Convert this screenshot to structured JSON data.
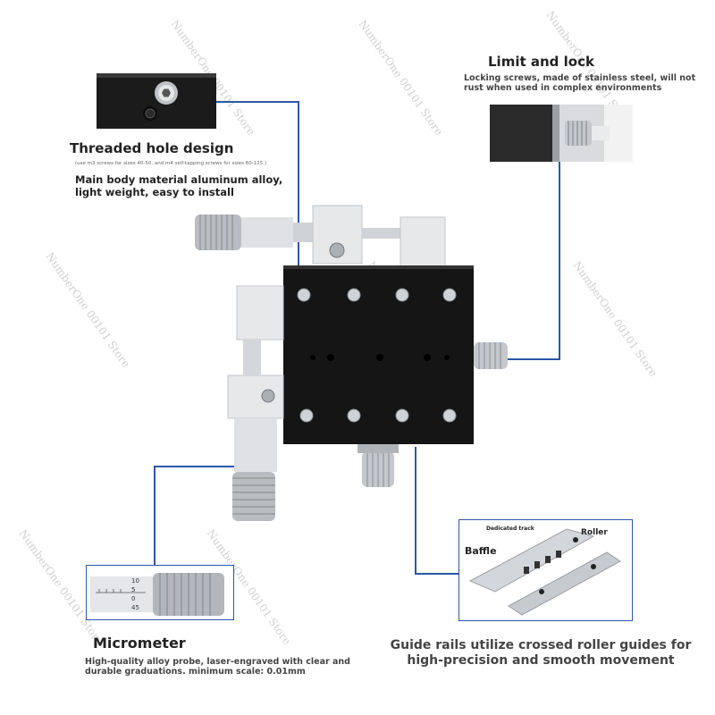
{
  "watermark": "NumberOne 00101 Store",
  "callouts": {
    "threaded": {
      "title": "Threaded hole design",
      "note": "(use m3 screws for sizes 40-50, and m4 self-tapping screws for sizes 60-125.)",
      "desc": "Main body material aluminum alloy, light weight, easy to install"
    },
    "limit": {
      "title": "Limit and lock",
      "desc": "Locking screws, made of stainless steel, will not rust when used in complex environments"
    },
    "micrometer": {
      "title": "Micrometer",
      "desc": "High-quality alloy probe, laser-engraved with clear and durable graduations. minimum scale: 0.01mm",
      "scale_labels": [
        "10",
        "5",
        "0",
        "45"
      ]
    },
    "guide": {
      "title": "Guide rails utilize crossed roller guides for high-precision and smooth movement",
      "labels": {
        "dedicated_track": "Dedicated track",
        "roller": "Roller",
        "baffle": "Baffle"
      }
    }
  },
  "colors": {
    "accent": "#2b57a8",
    "stage": "#151515",
    "metal": "#d7d9dc"
  }
}
